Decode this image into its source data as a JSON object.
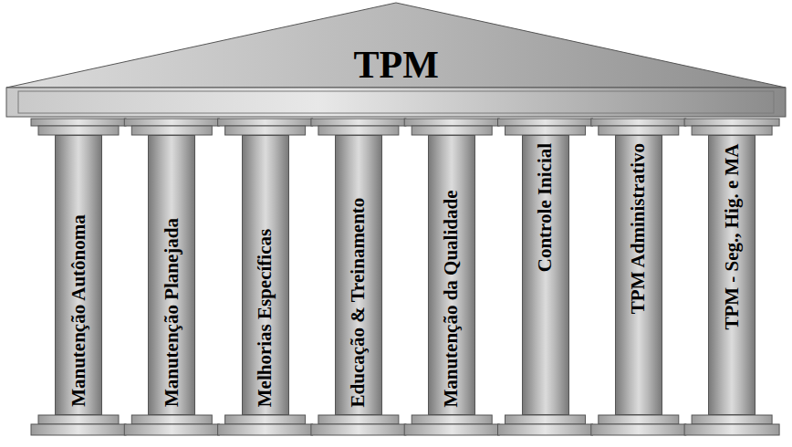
{
  "diagram": {
    "nodes": [
      {
        "text": [
          "TPM"
        ]
      },
      {
        "text": [
          "Manutenção Autônoma"
        ]
      },
      {
        "text": [
          "Manutenção Planejada"
        ]
      },
      {
        "text": [
          "Melhorias Específicas"
        ]
      },
      {
        "text": [
          "Educação & Treinamento"
        ]
      },
      {
        "text": [
          "Manutenção da Qualidade"
        ]
      },
      {
        "text": [
          "Controle Inicial"
        ]
      },
      {
        "text": [
          "TPM Administrativo"
        ]
      },
      {
        "text": [
          "TPM - Seg., Hig. e MA"
        ]
      }
    ]
  }
}
